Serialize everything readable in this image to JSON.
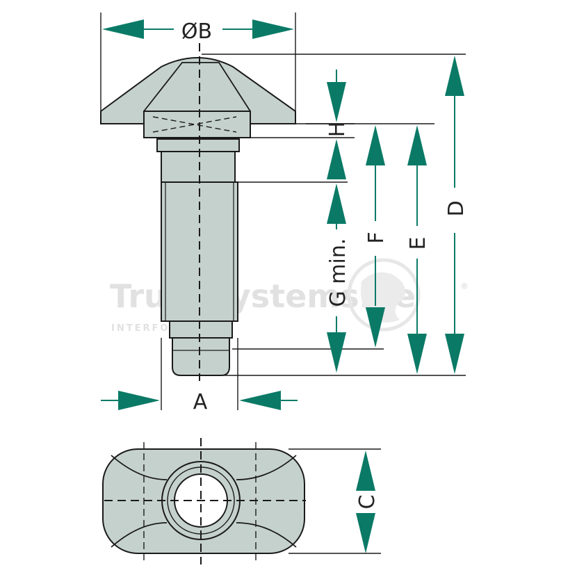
{
  "labels": {
    "dim_b": "ØB",
    "dim_h": "H",
    "dim_f": "F",
    "dim_e": "E",
    "dim_d": "D",
    "dim_g": "G min.",
    "dim_a": "A",
    "dim_c": "C"
  },
  "watermark": {
    "brand": "TruckSystems.de",
    "trademark": "®",
    "subline": "INTERFORM GmbH"
  },
  "colors": {
    "part_fill": "#c5d1cc",
    "outline": "#1a1a1a",
    "arrow": "#0a7a66",
    "watermark": "#d9d9d9"
  }
}
